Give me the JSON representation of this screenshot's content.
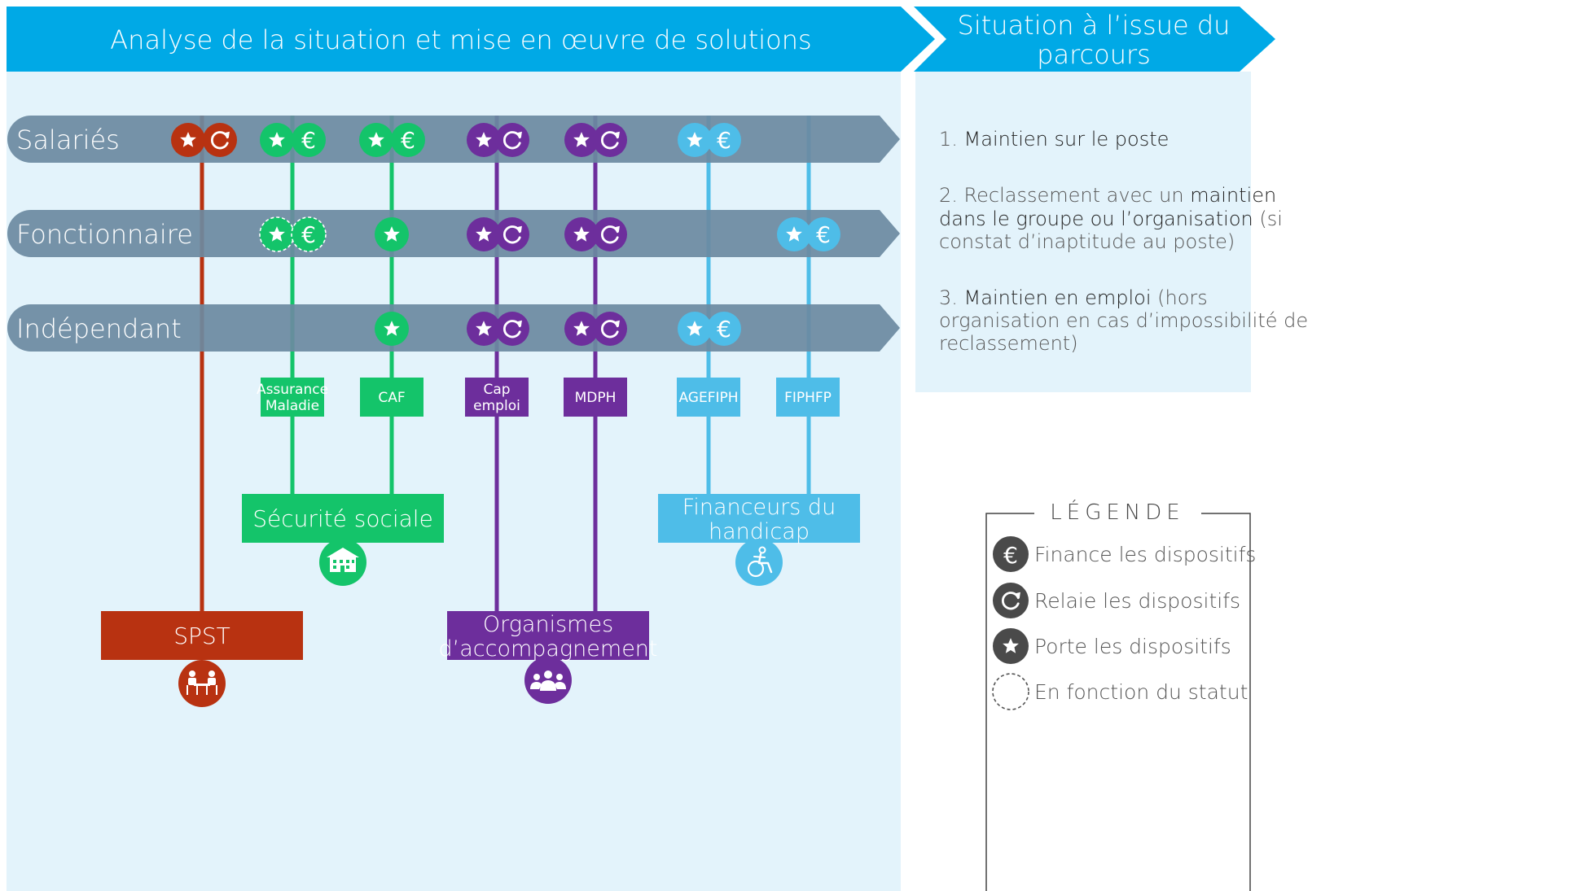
{
  "header": {
    "left_title": "Analyse de la situation et mise en œuvre de solutions",
    "right_title_line1": "Situation à l’issue du",
    "right_title_line2": "parcours"
  },
  "rows": [
    {
      "label": "Salariés"
    },
    {
      "label": "Fonctionnaire"
    },
    {
      "label": "Indépendant"
    }
  ],
  "organisms": [
    {
      "key": "spst",
      "label": "",
      "color": "#b83211"
    },
    {
      "key": "am",
      "label_line1": "Assurance",
      "label_line2": "Maladie",
      "color": "#14c46a"
    },
    {
      "key": "caf",
      "label": "CAF",
      "color": "#14c46a"
    },
    {
      "key": "cap",
      "label_line1": "Cap",
      "label_line2": "emploi",
      "color": "#6d2e9c"
    },
    {
      "key": "mdph",
      "label": "MDPH",
      "color": "#6d2e9c"
    },
    {
      "key": "agefiph",
      "label": "AGEFIPH",
      "color": "#4ebde8"
    },
    {
      "key": "fiphfp",
      "label": "FIPHFP",
      "color": "#4ebde8"
    }
  ],
  "groups": {
    "spst": {
      "label": "SPST",
      "icon": "meeting-icon"
    },
    "secu": {
      "label": "Sécurité sociale",
      "icon": "building-icon"
    },
    "orga": {
      "label_line1": "Organismes",
      "label_line2": "d’accompagnement",
      "icon": "people-icon"
    },
    "fin": {
      "label_line1": "Financeurs du",
      "label_line2": "handicap",
      "icon": "wheelchair-icon"
    }
  },
  "outcomes": {
    "o1": {
      "num": "1. ",
      "bold": "Maintien sur le poste"
    },
    "o2": {
      "line1_pre": "2. Reclassement avec un ",
      "line1_bold": "maintien",
      "line2_bold": "dans le groupe ou l’organisation",
      "line2_post": " (si",
      "line3": "constat d’inaptitude au poste)"
    },
    "o3": {
      "line1_pre": "3. ",
      "line1_bold": "Maintien en emploi",
      "line1_post": " (hors",
      "line2": "organisation en cas d’impossibilité de",
      "line3": "reclassement)"
    }
  },
  "legend": {
    "title": "LÉGENDE",
    "items": [
      {
        "label": "Finance les dispositifs",
        "icon": "euro-icon"
      },
      {
        "label": "Relaie les dispositifs",
        "icon": "relay-icon"
      },
      {
        "label": "Porte les dispositifs",
        "icon": "star-icon"
      },
      {
        "label": "En fonction du statut",
        "icon": "dashed-circle-icon"
      }
    ]
  },
  "colors": {
    "header_blue": "#00a9e6",
    "panel_bg": "#e3f3fb",
    "band": "#6b8aa1",
    "spst": "#b83211",
    "secu": "#14c46a",
    "orga": "#6d2e9c",
    "fin": "#4ebde8",
    "legend_icon": "#4a4a4a"
  }
}
